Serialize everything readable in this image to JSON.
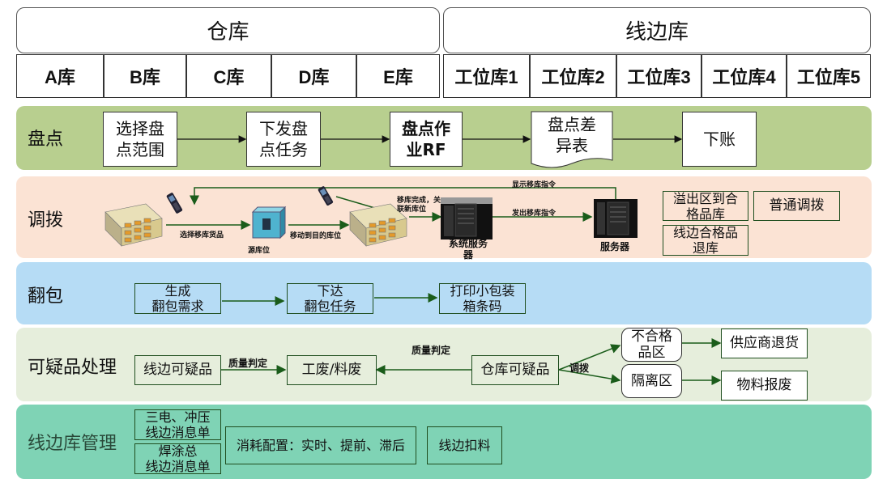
{
  "header": {
    "warehouse_title": "仓库",
    "line_title": "线边库",
    "warehouse_cols": [
      "A库",
      "B库",
      "C库",
      "D库",
      "E库"
    ],
    "line_cols": [
      "工位库1",
      "工位库2",
      "工位库3",
      "工位库4",
      "工位库5"
    ]
  },
  "rows": {
    "inventory": {
      "label": "盘点",
      "steps": [
        "选择盘\n点范围",
        "下发盘\n点任务",
        "盘点作\n业RF",
        "盘点差\n异表",
        "下账"
      ]
    },
    "transfer": {
      "label": "调拨",
      "arrow_labels": [
        "选择移库货品",
        "移动到目的库位",
        "移库完成，关\n联新库位",
        "发出移库指令",
        "显示移库指令"
      ],
      "source_label": "源库位",
      "server1_label": "系统服务\n器",
      "server2_label": "服务器",
      "options": [
        "溢出区到合\n格品库",
        "普通调拨",
        "线边合格品\n退库"
      ]
    },
    "repack": {
      "label": "翻包",
      "steps": [
        "生成\n翻包需求",
        "下达\n翻包任务",
        "打印小包装\n箱条码"
      ]
    },
    "suspect": {
      "label": "可疑品处理",
      "line_suspect": "线边可疑品",
      "judge1": "质量判定",
      "scrap": "工废/料废",
      "judge2": "质量判定",
      "wh_suspect": "仓库可疑品",
      "transfer_label": "调拨",
      "nonconform": "不合格\n品区",
      "quarantine": "隔离区",
      "return_supplier": "供应商退货",
      "scrap_material": "物料报废"
    },
    "lineside": {
      "label": "线边库管理",
      "msg1": "三电、冲压\n线边消息单",
      "msg2": "焊涂总\n线边消息单",
      "consumption": "消耗配置：实时、提前、滞后",
      "deduct": "线边扣料"
    }
  },
  "colors": {
    "inventory_band": "#b8cf8f",
    "transfer_band": "#fbe3d4",
    "repack_band": "#b6dcf5",
    "suspect_band": "#e6eedc",
    "lineside_band": "#7fd3b5",
    "flow_arrow": "#1a5c1a"
  }
}
